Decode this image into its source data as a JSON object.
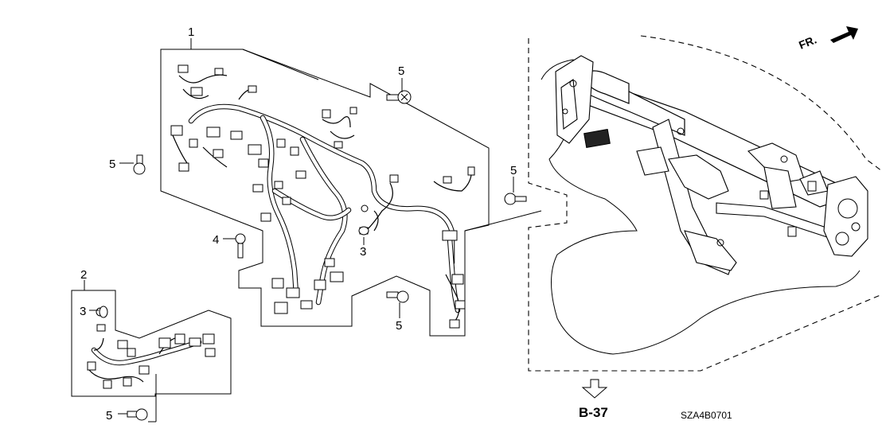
{
  "callouts": {
    "c1": "1",
    "c2": "2",
    "c3a": "3",
    "c3b": "3",
    "c4": "4",
    "c5a": "5",
    "c5b": "5",
    "c5c": "5",
    "c5d": "5",
    "c5e": "5"
  },
  "reference": "B-37",
  "diagram_code": "SZA4B0701",
  "direction_label": "FR."
}
